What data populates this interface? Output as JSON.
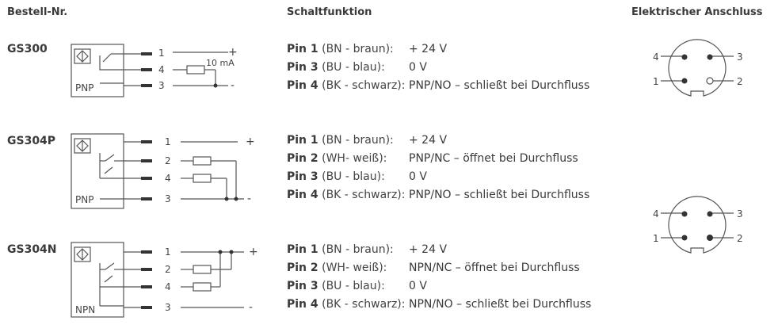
{
  "headers": {
    "order_number": "Bestell-Nr.",
    "switching_function": "Schaltfunktion",
    "electrical_connection": "Elektrischer Anschluss"
  },
  "devices": [
    {
      "model": "GS300",
      "output_type": "PNP",
      "terminals": [
        "1",
        "4",
        "3"
      ],
      "supply_plus": "+",
      "supply_minus": "-",
      "load_current": "10 mA",
      "pins": [
        {
          "name": "Pin 1",
          "desc": "(BN - braun):",
          "value": "+ 24 V"
        },
        {
          "name": "Pin 3",
          "desc": "(BU - blau):",
          "value": "0 V"
        },
        {
          "name": "Pin 4",
          "desc": "(BK - schwarz):",
          "value": "PNP/NO – schließt bei Durchfluss"
        }
      ]
    },
    {
      "model": "GS304P",
      "output_type": "PNP",
      "terminals": [
        "1",
        "2",
        "4",
        "3"
      ],
      "supply_plus": "+",
      "supply_minus": "-",
      "pins": [
        {
          "name": "Pin 1",
          "desc": "(BN - braun):",
          "value": "+ 24 V"
        },
        {
          "name": "Pin 2",
          "desc": "(WH- weiß):",
          "value": "PNP/NC – öffnet bei Durchfluss"
        },
        {
          "name": "Pin 3",
          "desc": "(BU - blau):",
          "value": "0 V"
        },
        {
          "name": "Pin 4",
          "desc": "(BK - schwarz):",
          "value": "PNP/NO – schließt bei Durchfluss"
        }
      ]
    },
    {
      "model": "GS304N",
      "output_type": "NPN",
      "terminals": [
        "1",
        "2",
        "4",
        "3"
      ],
      "supply_plus": "+",
      "supply_minus": "-",
      "pins": [
        {
          "name": "Pin 1",
          "desc": "(BN - braun):",
          "value": "+ 24 V"
        },
        {
          "name": "Pin 2",
          "desc": "(WH- weiß):",
          "value": "NPN/NC – öffnet bei Durchfluss"
        },
        {
          "name": "Pin 3",
          "desc": "(BU - blau):",
          "value": "0 V"
        },
        {
          "name": "Pin 4",
          "desc": "(BK - schwarz):",
          "value": "NPN/NO – schließt bei Durchfluss"
        }
      ]
    }
  ],
  "connectors": [
    {
      "pin_labels": {
        "p1": "1",
        "p2": "2",
        "p3": "3",
        "p4": "4"
      },
      "pin2_filled": false
    },
    {
      "pin_labels": {
        "p1": "1",
        "p2": "2",
        "p3": "3",
        "p4": "4"
      },
      "pin2_filled": true
    }
  ]
}
